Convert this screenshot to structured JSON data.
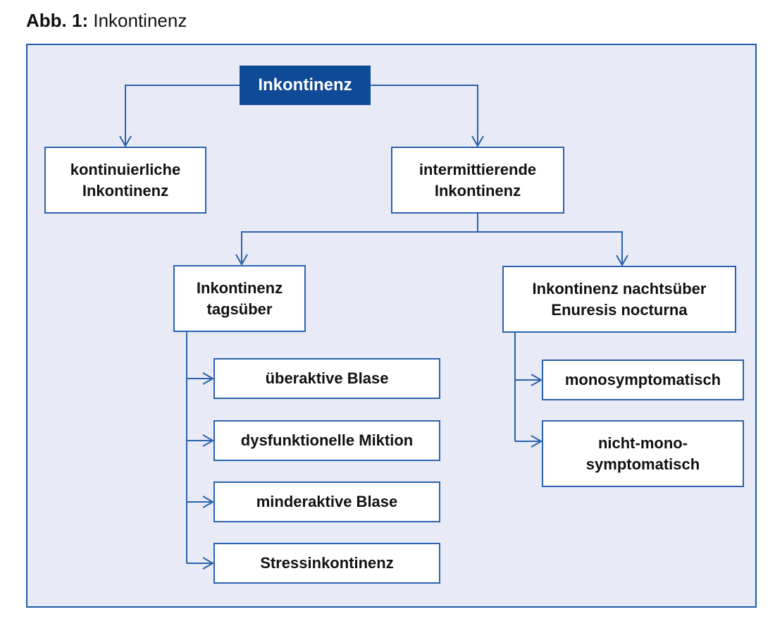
{
  "caption": {
    "label": "Abb. 1:",
    "title": "Inkontinenz"
  },
  "colors": {
    "frame_bg": "#e8ebf6",
    "border": "#2a62ad",
    "root_bg": "#0f4a97",
    "root_text": "#ffffff"
  },
  "nodes": {
    "root": "Inkontinenz",
    "continuous": "kontinuierliche\nInkontinenz",
    "intermittent": "intermittierende\nInkontinenz",
    "daytime": "Inkontinenz\ntagsüber",
    "nighttime": "Inkontinenz nachtsüber\nEnuresis nocturna",
    "day_children": [
      "überaktive Blase",
      "dysfunktionelle Miktion",
      "minderaktive Blase",
      "Stressinkontinenz"
    ],
    "night_children": [
      "monosymptomatisch",
      "nicht-mono-\nsymptomatisch"
    ]
  }
}
